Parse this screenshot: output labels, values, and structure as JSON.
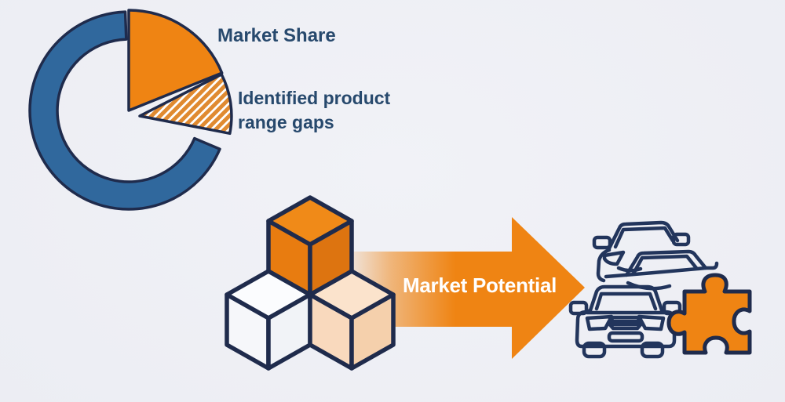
{
  "labels": {
    "market_share": "Market Share",
    "identified_gaps": "Identified product range gaps",
    "market_potential": "Market Potential"
  },
  "colors": {
    "orange": "#ef8413",
    "hatch_stripe": "#e08a30",
    "hatch_bg": "#ffffff",
    "blue_ring": "#30689d",
    "navy_outline": "#1f2b4c",
    "car_line": "#22355c",
    "text_navy": "#27496d",
    "arrow_text": "#ffffff",
    "cube_orange_top": "#f08a18",
    "cube_orange_left": "#e87c10",
    "cube_orange_right": "#dd7410",
    "cube_white_top": "#fbfcfe",
    "cube_white_left": "#f6f7fa",
    "cube_white_right": "#f1f3f7",
    "cube_peach_top": "#fbe3cc",
    "cube_peach_left": "#f9d9bd",
    "cube_peach_right": "#f5d0ac",
    "background": "#ecedf3"
  },
  "icons": {
    "pie_chart": "pie-chart-icon",
    "cubes": "stacked-cubes-icon",
    "arrow": "arrow-right-icon",
    "cars": "cars-icon",
    "puzzle": "puzzle-piece-icon"
  },
  "chart_data": {
    "type": "pie",
    "title": "Market Share",
    "style": "donut ring with one solid slice and one exploded hatched slice",
    "slices": [
      {
        "label": "Existing market (blue ring)",
        "percent_est": 68,
        "color": "#30689d"
      },
      {
        "label": "Market Share (solid slice)",
        "percent_est": 19,
        "color": "#ef8413"
      },
      {
        "label": "Identified product range gaps (hatched, exploded)",
        "percent_est": 13,
        "color": "hatched orange on white"
      }
    ],
    "legend_position": "labels-right"
  }
}
